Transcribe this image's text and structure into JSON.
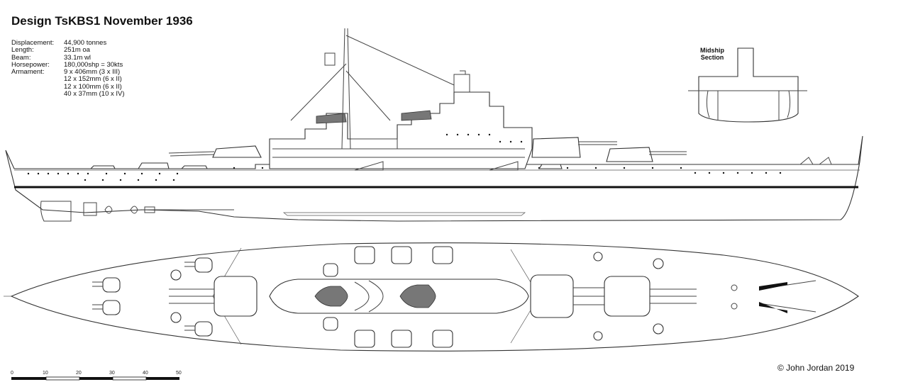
{
  "title": "Design TsKBS1 November 1936",
  "specs": [
    {
      "label": "Displacement:",
      "values": [
        "44,900 tonnes"
      ]
    },
    {
      "label": "Length:",
      "values": [
        "251m oa"
      ]
    },
    {
      "label": "Beam:",
      "values": [
        "33.1m wl"
      ]
    },
    {
      "label": "Horsepower:",
      "values": [
        "180,000shp = 30kts"
      ]
    },
    {
      "label": "Armament:",
      "values": [
        "9 x 406mm (3 x III)",
        "12 x 152mm (6 x II)",
        "12 x 100mm (6 x II)",
        "40 x 37mm (10 x IV)"
      ]
    }
  ],
  "midship_label": [
    "Midship",
    "Section"
  ],
  "scale_ticks": [
    "0",
    "10",
    "20",
    "30",
    "40",
    "50"
  ],
  "copyright": "© John Jordan 2019"
}
